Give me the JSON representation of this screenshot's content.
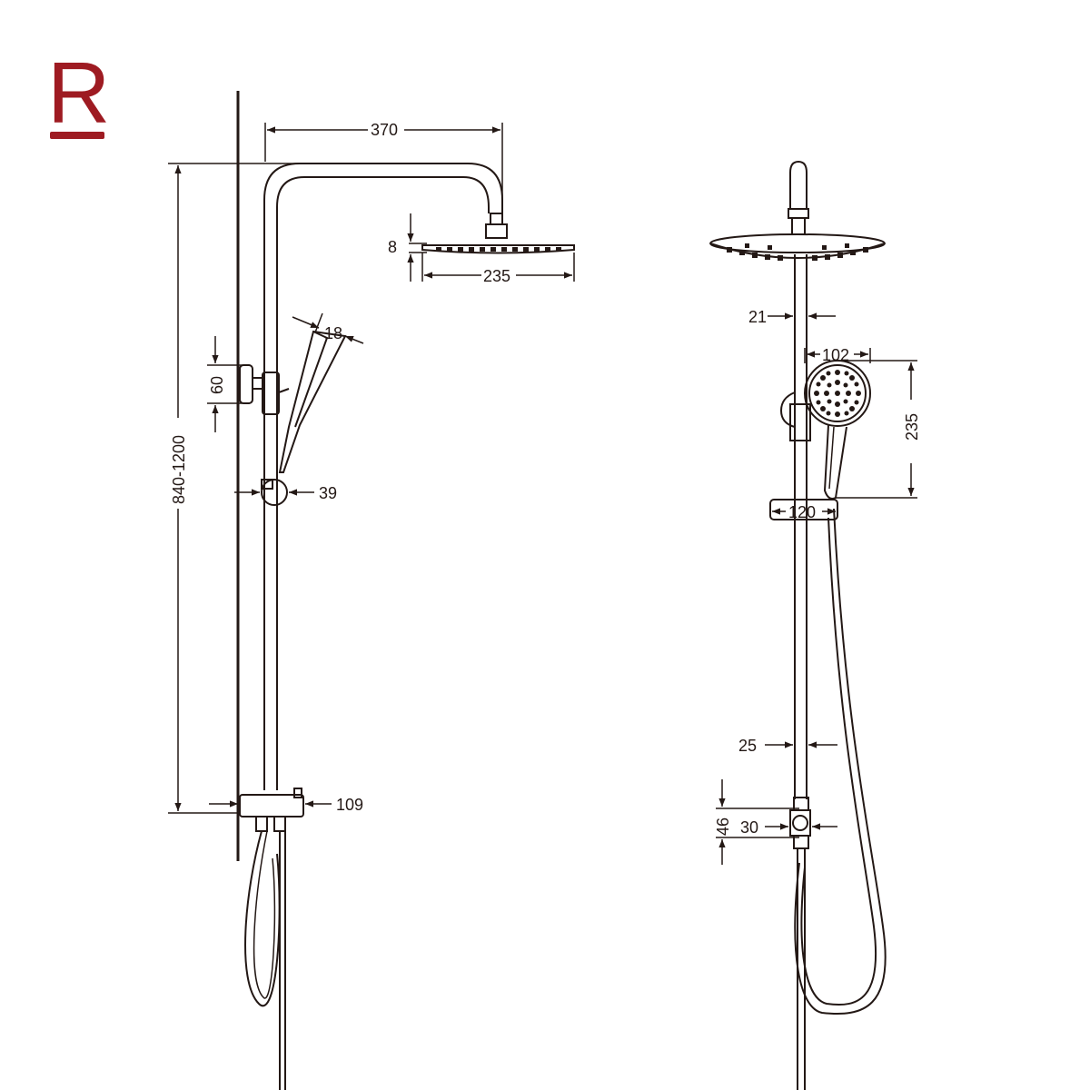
{
  "brand": {
    "logo_letter": "R",
    "color": "#9E1B22"
  },
  "colors": {
    "line": "#231815",
    "background": "#ffffff"
  },
  "dimensions": {
    "arm_length": "370",
    "head_thickness": "8",
    "head_diameter_side": "235",
    "hand_shower_width": "18",
    "wall_bracket": "60",
    "total_height": "840-1200",
    "holder": "39",
    "mixer": "109",
    "pipe_top": "21",
    "hand_head_diameter": "102",
    "hand_length": "235",
    "slider": "120",
    "pipe_lower": "25",
    "valve_width": "30",
    "valve_height": "46"
  }
}
